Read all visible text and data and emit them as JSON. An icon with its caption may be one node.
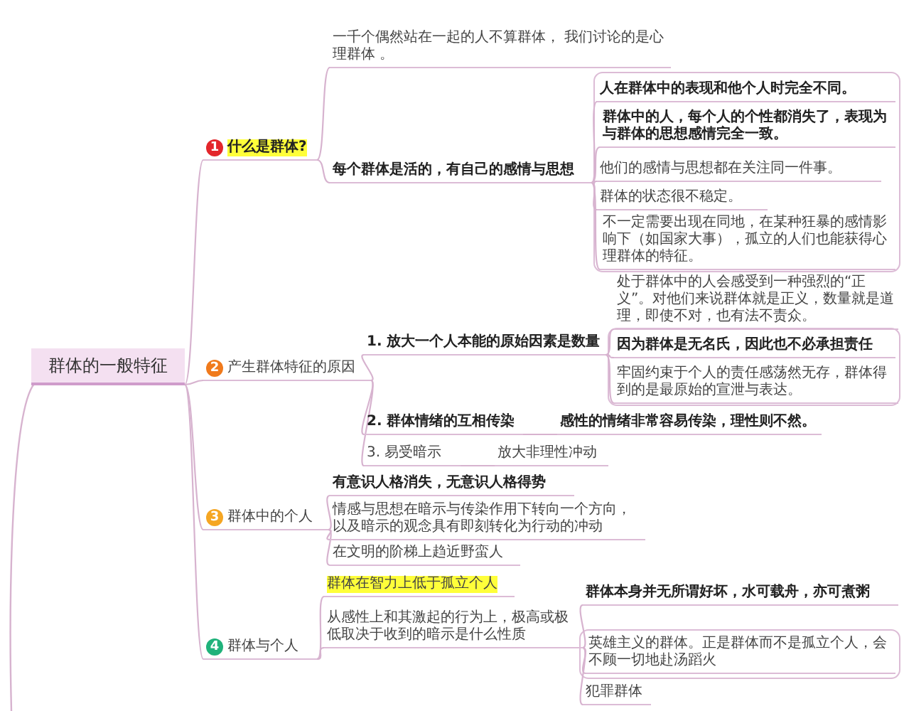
{
  "diagram": {
    "nodes": [
      {
        "text": [
          "群体的一般特征"
        ]
      },
      {
        "text": [
          "1",
          "什么是群体?"
        ]
      },
      {
        "text": [
          "一千个偶然站在一起的人不算群体， 我们讨论的是心理群体 。"
        ]
      },
      {
        "text": [
          "每个群体是活的，有自己的感情与思想"
        ]
      },
      {
        "text": [
          "人在群体中的表现和他个人时完全不同。"
        ]
      },
      {
        "text": [
          "群体中的人，每个人的个性都消失了，表现为与群体的思想感情完全一致。"
        ]
      },
      {
        "text": [
          "他们的感情与思想都在关注同一件事。"
        ]
      },
      {
        "text": [
          "群体的状态很不稳定。"
        ]
      },
      {
        "text": [
          "不一定需要出现在同地，在某种狂暴的感情影响下（如国家大事），孤立的人们也能获得心理群体的特征。"
        ]
      },
      {
        "text": [
          "2",
          "产生群体特征的原因"
        ]
      },
      {
        "text": [
          "1. 放大一个人本能的原始因素是数量"
        ]
      },
      {
        "text": [
          "处于群体中的人会感受到一种强烈的“正义”。对他们来说群体就是正义，数量就是道理，即使不对，也有法不责众。"
        ]
      },
      {
        "text": [
          "因为群体是无名氏，因此也不必承担责任"
        ]
      },
      {
        "text": [
          "牢固约束于个人的责任感荡然无存，群体得到的是最原始的宣泄与表达。"
        ]
      },
      {
        "text": [
          "2. 群体情绪的互相传染"
        ]
      },
      {
        "text": [
          "感性的情绪非常容易传染，理性则不然。"
        ]
      },
      {
        "text": [
          "3. 易受暗示"
        ]
      },
      {
        "text": [
          "放大非理性冲动"
        ]
      },
      {
        "text": [
          "3",
          "群体中的个人"
        ]
      },
      {
        "text": [
          "有意识人格消失，无意识人格得势"
        ]
      },
      {
        "text": [
          "情感与思想在暗示与传染作用下转向一个方向，以及暗示的观念具有即刻转化为行动的冲动"
        ]
      },
      {
        "text": [
          "在文明的阶梯上趋近野蛮人"
        ]
      },
      {
        "text": [
          "4",
          "群体与个人"
        ]
      },
      {
        "text": [
          "群体在智力上低于孤立个人"
        ]
      },
      {
        "text": [
          "从感性上和其激起的行为上，极高或极低取决于收到的暗示是什么性质"
        ]
      },
      {
        "text": [
          "群体本身并无所谓好坏，水可载舟，亦可煮粥"
        ]
      },
      {
        "text": [
          "英雄主义的群体。正是群体而不是孤立个人，会不顾一切地赴汤蹈火"
        ]
      },
      {
        "text": [
          "犯罪群体"
        ]
      }
    ],
    "edges": [
      {
        "from": 0,
        "to": 1,
        "arrow": "none"
      },
      {
        "from": 0,
        "to": 9,
        "arrow": "none"
      },
      {
        "from": 0,
        "to": 18,
        "arrow": "none"
      },
      {
        "from": 0,
        "to": 22,
        "arrow": "none"
      },
      {
        "from": 1,
        "to": 2,
        "arrow": "none"
      },
      {
        "from": 1,
        "to": 3,
        "arrow": "none"
      },
      {
        "from": 3,
        "to": 4,
        "arrow": "none"
      },
      {
        "from": 3,
        "to": 5,
        "arrow": "none"
      },
      {
        "from": 3,
        "to": 6,
        "arrow": "none"
      },
      {
        "from": 3,
        "to": 7,
        "arrow": "none"
      },
      {
        "from": 3,
        "to": 8,
        "arrow": "none"
      },
      {
        "from": 9,
        "to": 10,
        "arrow": "none"
      },
      {
        "from": 9,
        "to": 14,
        "arrow": "none"
      },
      {
        "from": 9,
        "to": 16,
        "arrow": "none"
      },
      {
        "from": 10,
        "to": 11,
        "arrow": "none"
      },
      {
        "from": 10,
        "to": 12,
        "arrow": "none"
      },
      {
        "from": 10,
        "to": 13,
        "arrow": "none"
      },
      {
        "from": 14,
        "to": 15,
        "arrow": "none"
      },
      {
        "from": 16,
        "to": 17,
        "arrow": "none"
      },
      {
        "from": 18,
        "to": 19,
        "arrow": "none"
      },
      {
        "from": 18,
        "to": 20,
        "arrow": "none"
      },
      {
        "from": 18,
        "to": 21,
        "arrow": "none"
      },
      {
        "from": 22,
        "to": 23,
        "arrow": "none"
      },
      {
        "from": 22,
        "to": 24,
        "arrow": "none"
      },
      {
        "from": 24,
        "to": 25,
        "arrow": "none"
      },
      {
        "from": 24,
        "to": 26,
        "arrow": "none"
      },
      {
        "from": 24,
        "to": 27,
        "arrow": "none"
      }
    ]
  }
}
